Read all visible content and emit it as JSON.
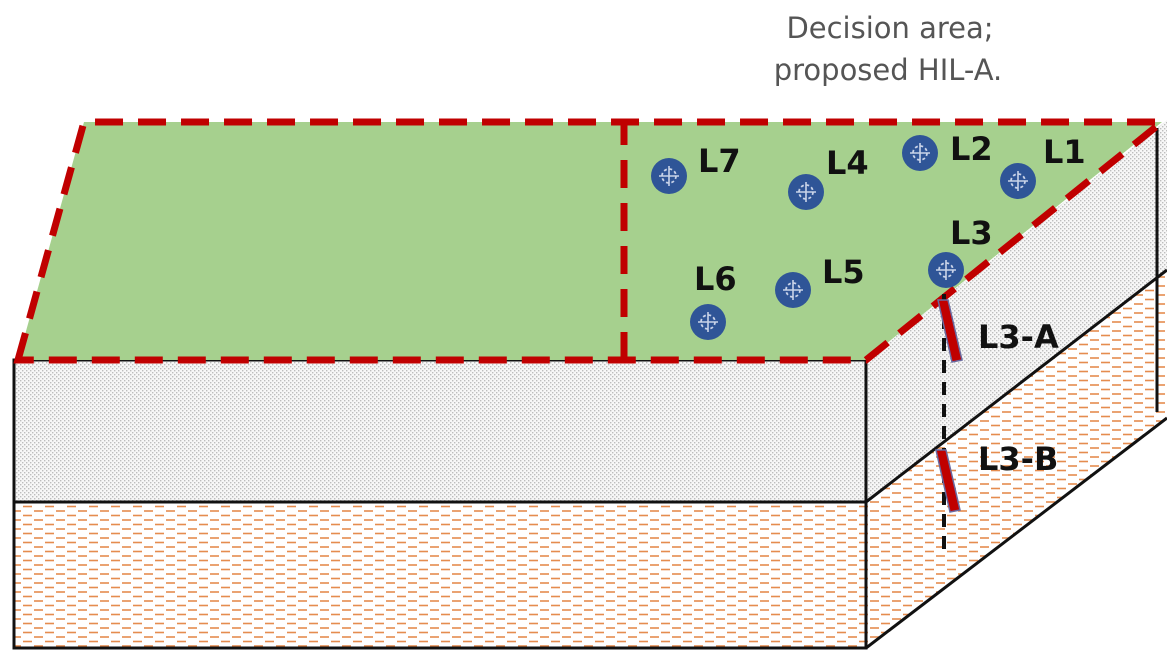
{
  "caption": {
    "line1": "Decision area;",
    "line2": "proposed HIL-A."
  },
  "locations": [
    {
      "id": "L1",
      "label": "L1"
    },
    {
      "id": "L2",
      "label": "L2"
    },
    {
      "id": "L3",
      "label": "L3"
    },
    {
      "id": "L4",
      "label": "L4"
    },
    {
      "id": "L5",
      "label": "L5"
    },
    {
      "id": "L6",
      "label": "L6"
    },
    {
      "id": "L7",
      "label": "L7"
    }
  ],
  "samples": [
    {
      "id": "L3-A",
      "label": "L3-A"
    },
    {
      "id": "L3-B",
      "label": "L3-B"
    }
  ],
  "colors": {
    "surface": "#a6d08e",
    "boundary": "#c00000",
    "marker": "#2f5597",
    "sample": "#c00000",
    "soil_dots": "#c0c0c0",
    "clay_hatch": "#e07b3a"
  },
  "icons": {
    "location_marker": "crosshair-circle-icon"
  }
}
